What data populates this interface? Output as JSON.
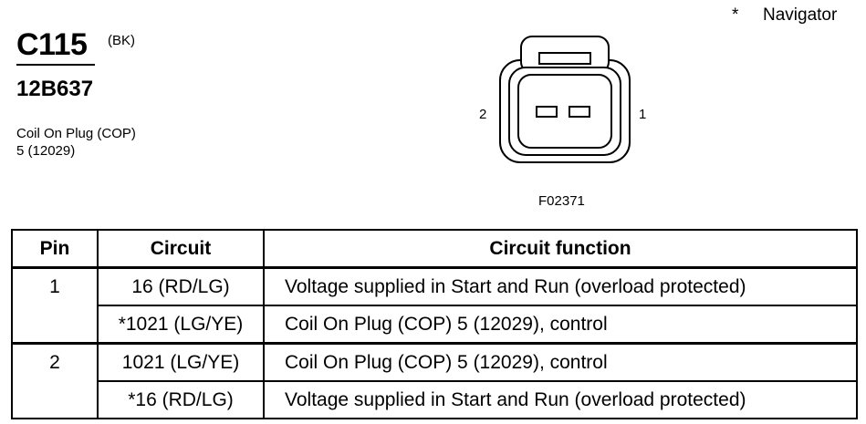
{
  "note": {
    "marker": "*",
    "text": "Navigator"
  },
  "connector": {
    "id": "C115",
    "color_code": "(BK)",
    "part_number": "12B637",
    "description_lines": [
      "Coil On Plug (COP)",
      "5 (12029)"
    ],
    "pin_labels": {
      "left": "2",
      "right": "1"
    },
    "figure_code": "F02371"
  },
  "table": {
    "headers": {
      "pin": "Pin",
      "circuit": "Circuit",
      "function": "Circuit function"
    },
    "groups": [
      {
        "pin": "1",
        "rows": [
          {
            "circuit": "16 (RD/LG)",
            "function": "Voltage supplied in Start and Run (overload protected)"
          },
          {
            "circuit": "*1021 (LG/YE)",
            "function": "Coil On Plug (COP) 5 (12029), control"
          }
        ]
      },
      {
        "pin": "2",
        "rows": [
          {
            "circuit": "1021 (LG/YE)",
            "function": "Coil On Plug (COP) 5 (12029), control"
          },
          {
            "circuit": "*16 (RD/LG)",
            "function": "Voltage supplied in Start and Run (overload protected)"
          }
        ]
      }
    ]
  }
}
